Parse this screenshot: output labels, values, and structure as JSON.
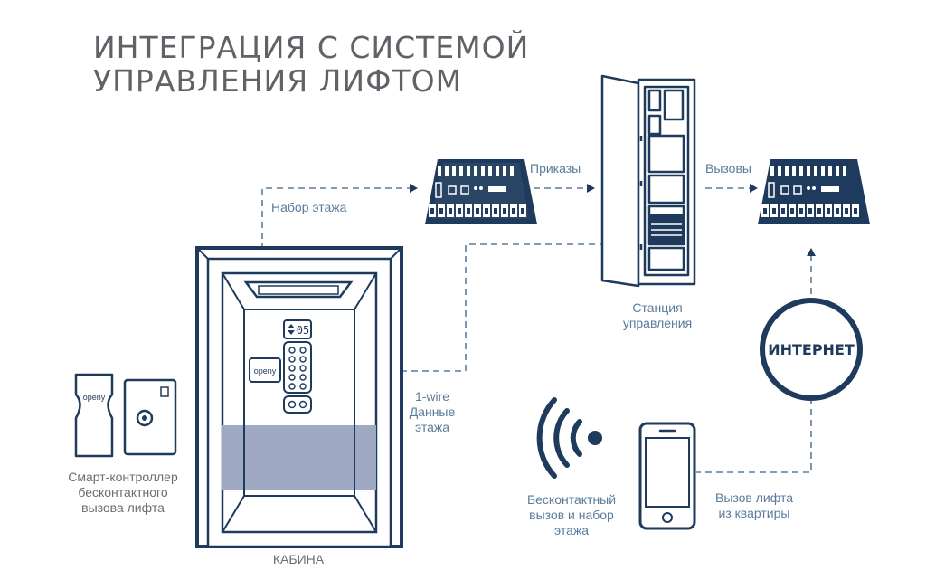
{
  "title": {
    "line1": "ИНТЕГРАЦИЯ С СИСТЕМОЙ",
    "line2": "УПРАВЛЕНИЯ ЛИФТОМ"
  },
  "labels": {
    "floor_select": "Набор этажа",
    "orders": "Приказы",
    "calls": "Вызовы",
    "station_line1": "Станция",
    "station_line2": "управления",
    "onewire_line1": "1-wire",
    "onewire_line2": "Данные",
    "onewire_line3": "этажа",
    "smart_line1": "Смарт-контроллер",
    "smart_line2": "бесконтактного",
    "smart_line3": "вызова лифта",
    "cabin": "КАБИНА",
    "contactless_line1": "Бесконтактный",
    "contactless_line2": "вызов и набор",
    "contactless_line3": "этажа",
    "call_from_apt_line1": "Вызов лифта",
    "call_from_apt_line2": "из квартиры",
    "internet": "ИНТЕРНЕТ"
  },
  "display": {
    "floor_number": "05"
  },
  "brand": {
    "logo_text": "openy"
  },
  "colors": {
    "navy": "#1e3a5c",
    "line_blue": "#5a7b9b",
    "cabin_band": "#9fa9c3",
    "title_gray": "#5f6266"
  }
}
